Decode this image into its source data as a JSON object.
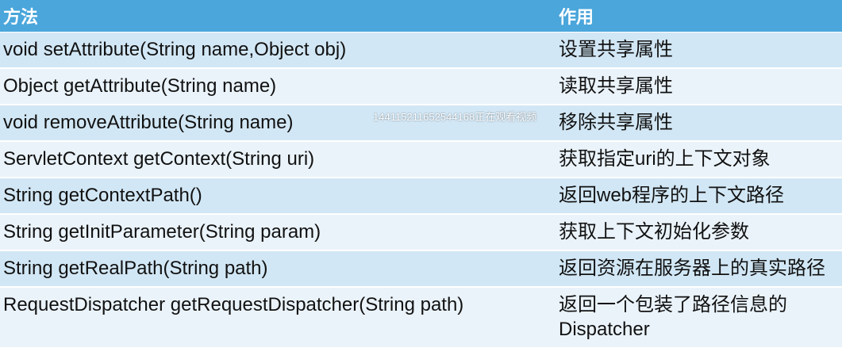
{
  "header": {
    "method": "方法",
    "effect": "作用"
  },
  "rows": [
    {
      "method": "void setAttribute(String name,Object obj)",
      "effect": "设置共享属性"
    },
    {
      "method": "Object getAttribute(String name)",
      "effect": "读取共享属性"
    },
    {
      "method": "void removeAttribute(String name)",
      "effect": "移除共享属性"
    },
    {
      "method": "ServletContext getContext(String uri)",
      "effect": "获取指定uri的上下文对象"
    },
    {
      "method": "String getContextPath()",
      "effect": "返回web程序的上下文路径"
    },
    {
      "method": "String getInitParameter(String param)",
      "effect": "获取上下文初始化参数"
    },
    {
      "method": "String getRealPath(String path)",
      "effect": "返回资源在服务器上的真实路径"
    },
    {
      "method": "RequestDispatcher getRequestDispatcher(String path)",
      "effect": "返回一个包装了路径信息的Dispatcher"
    }
  ],
  "watermark": "144115211652544168正在观看视频",
  "colors": {
    "header": "#4aa6db",
    "row_odd": "#d2e7f5",
    "row_even": "#eaf3fa"
  }
}
